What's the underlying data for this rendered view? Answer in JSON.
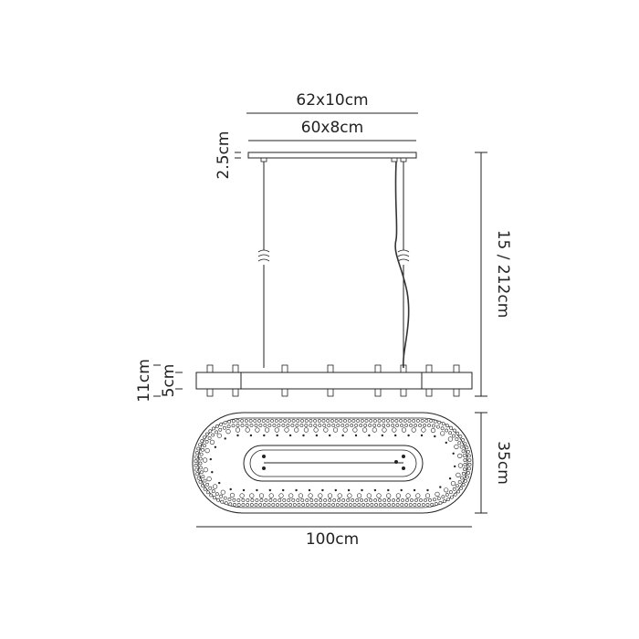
{
  "dimensions": {
    "canopy_outer": "62x10cm",
    "canopy_inner": "60x8cm",
    "canopy_height": "2.5cm",
    "drop_range": "15 / 212cm",
    "fixture_total_height": "11cm",
    "body_height": "5cm",
    "depth": "35cm",
    "length": "100cm"
  },
  "colors": {
    "line": "#222222",
    "background": "#ffffff"
  }
}
